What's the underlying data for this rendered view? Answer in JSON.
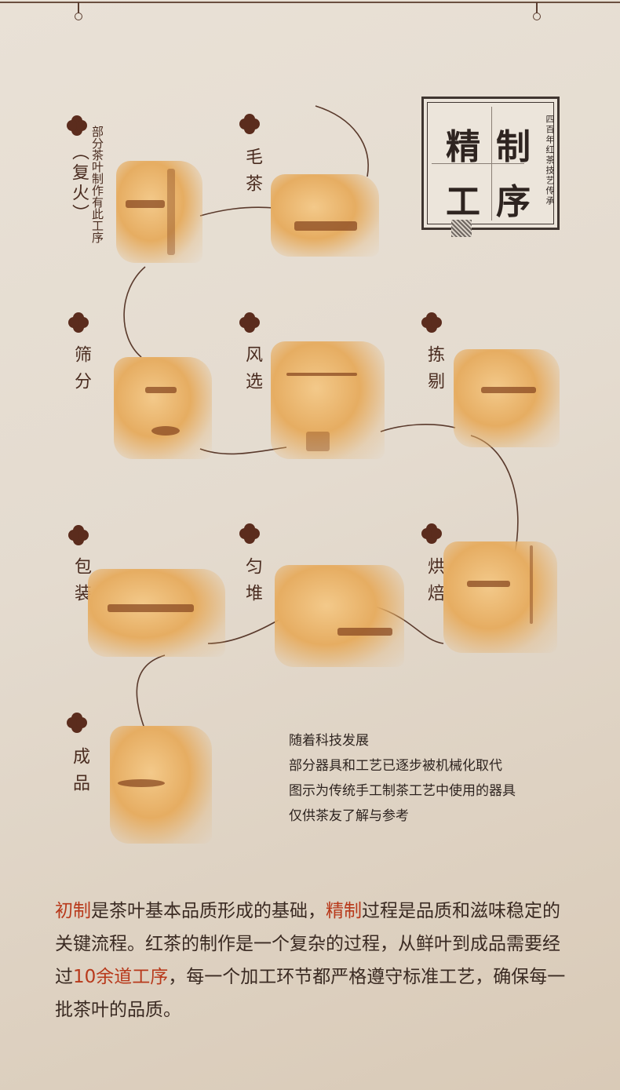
{
  "title": {
    "chars": [
      "精",
      "制",
      "工",
      "序"
    ],
    "subtitle": "四百年红茶技艺传承"
  },
  "steps": [
    {
      "id": "fuhuo",
      "label": "（复火）",
      "note": "部分茶叶制作有此工序"
    },
    {
      "id": "maocha",
      "label": "毛茶"
    },
    {
      "id": "shaifen",
      "label": "筛分"
    },
    {
      "id": "fengxuan",
      "label": "风选"
    },
    {
      "id": "jianti",
      "label": "拣剔"
    },
    {
      "id": "baozhuang",
      "label": "包装"
    },
    {
      "id": "yundui",
      "label": "匀堆"
    },
    {
      "id": "hongbei",
      "label": "烘焙"
    },
    {
      "id": "chengpin",
      "label": "成品"
    }
  ],
  "info_lines": [
    "随着科技发展",
    "部分器具和工艺已逐步被机械化取代",
    "图示为传统手工制茶工艺中使用的器具",
    "仅供茶友了解与参考"
  ],
  "paragraph": {
    "p1": "初制",
    "p2": "是茶叶基本品质形成的基础，",
    "p3": "精制",
    "p4": "过程是品质和滋味稳定的关键流程。红茶的制作是一个复杂的过程，从鲜叶到成品需要经过",
    "p5": "10余道工序",
    "p6": "，每一个加工环节都严格遵守标准工艺，确保每一批茶叶的品质。"
  },
  "colors": {
    "accent": "#b8391b",
    "icon": "#5b2c1d",
    "illustration": "#e6ad62"
  }
}
